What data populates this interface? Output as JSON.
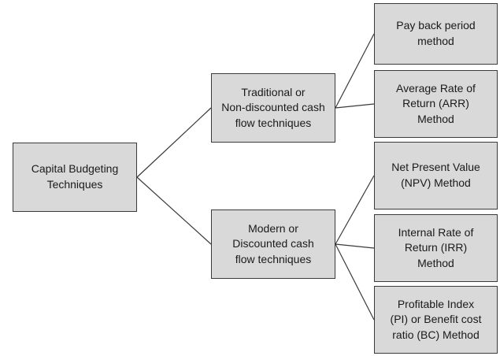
{
  "diagram": {
    "root": {
      "label": "Capital Budgeting\nTechniques"
    },
    "traditional": {
      "label": "Traditional or\nNon-discounted cash\nflow techniques"
    },
    "modern": {
      "label": "Modern or\nDiscounted cash\nflow techniques"
    },
    "methods": {
      "payback": {
        "label": "Pay back period\nmethod"
      },
      "arr": {
        "label": "Average Rate of\nReturn (ARR)\nMethod"
      },
      "npv": {
        "label": "Net Present Value\n(NPV) Method"
      },
      "irr": {
        "label": "Internal Rate of\nReturn (IRR)\nMethod"
      },
      "pi": {
        "label": "Profitable Index\n(PI) or Benefit cost\nratio (BC) Method"
      }
    }
  },
  "colors": {
    "box_fill": "#d9d9d9",
    "box_border": "#3a3a3a",
    "connector": "#3a3a3a",
    "text": "#1a1a1a"
  }
}
